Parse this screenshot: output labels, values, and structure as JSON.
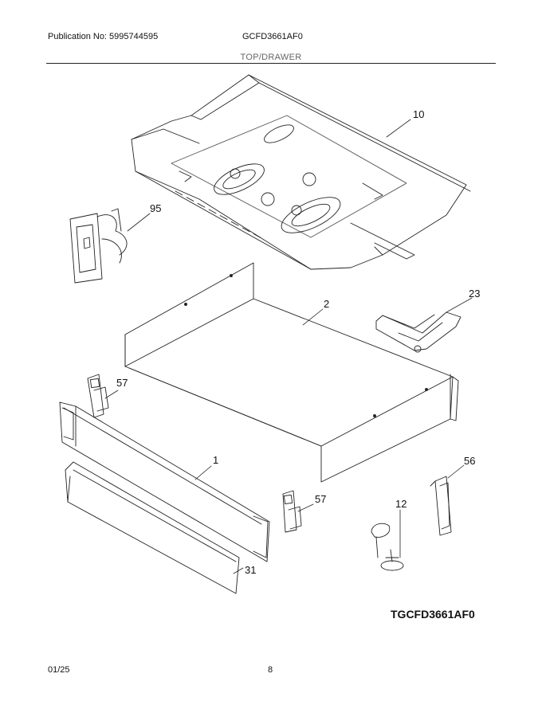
{
  "header": {
    "publication": "Publication No: 5995744595",
    "model": "GCFD3661AF0",
    "section": "TOP/DRAWER"
  },
  "callouts": {
    "p10": "10",
    "p95": "95",
    "p2": "2",
    "p23": "23",
    "p57a": "57",
    "p1": "1",
    "p57b": "57",
    "p56": "56",
    "p12": "12",
    "p31": "31"
  },
  "diagram_id": "TGCFD3661AF0",
  "footer": {
    "date": "01/25",
    "page": "8"
  }
}
